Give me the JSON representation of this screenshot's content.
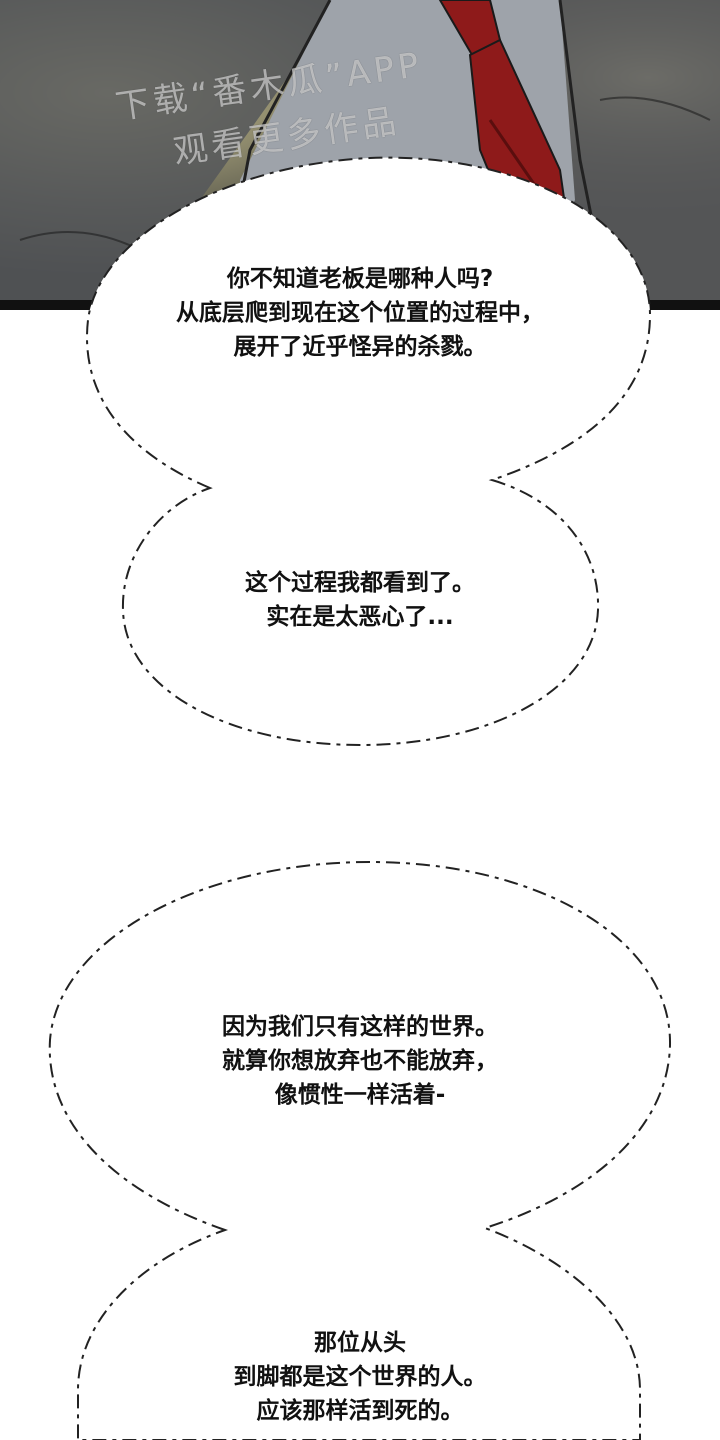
{
  "watermark": {
    "line1": "下载“番木瓜”APP",
    "line2": "观看更多作品"
  },
  "dialogue": [
    {
      "text": "你不知道老板是哪种人吗?\n从底层爬到现在这个位置的过程中，\n展开了近乎怪异的杀戮。"
    },
    {
      "text": "这个过程我都看到了。\n实在是太恶心了..."
    },
    {
      "text": "因为我们只有这样的世界。\n就算你想放弃也不能放弃，\n像惯性一样活着-"
    },
    {
      "text": "那位从头\n到脚都是这个世界的人。\n应该那样活到死的。"
    }
  ],
  "colors": {
    "tie": "#8e1a1a",
    "shirt": "#9aa0a8",
    "background_dark": "#4a4a42",
    "bubble": "#ffffff"
  }
}
